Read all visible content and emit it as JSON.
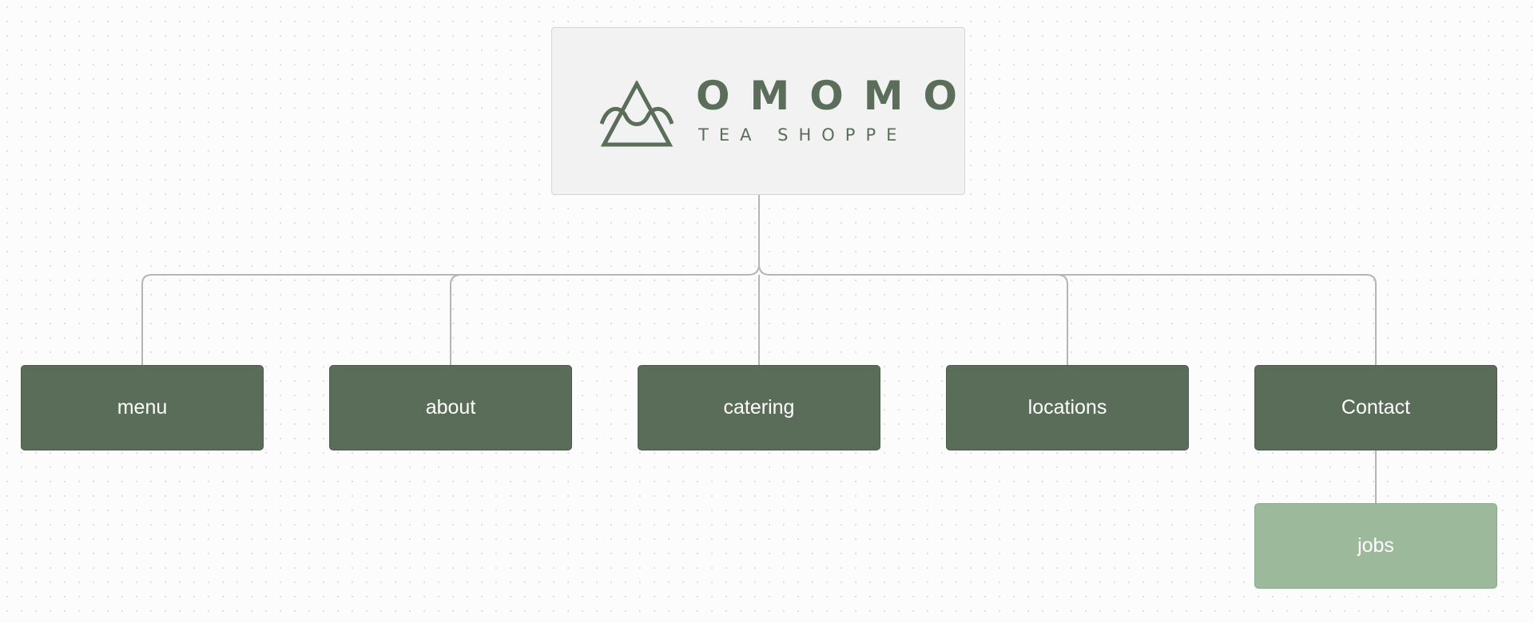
{
  "root": {
    "logo_name": "OMOMO",
    "logo_tagline": "TEA SHOPPE"
  },
  "nodes": [
    {
      "label": "menu"
    },
    {
      "label": "about"
    },
    {
      "label": "catering"
    },
    {
      "label": "locations"
    },
    {
      "label": "Contact"
    }
  ],
  "children": [
    {
      "parent": "Contact",
      "label": "jobs"
    }
  ],
  "colors": {
    "brand_green": "#5a6e5a",
    "node_fill": "#5a6d59",
    "child_fill": "#9cb99c",
    "connector": "#b5b5b5",
    "root_fill": "#f2f2f2"
  }
}
